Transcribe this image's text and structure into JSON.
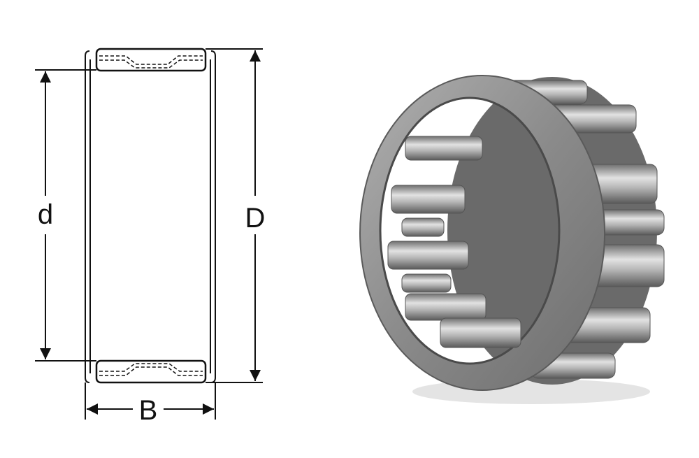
{
  "drawing": {
    "labels": {
      "inner_diameter": "d",
      "outer_diameter": "D",
      "width": "B"
    },
    "line_color": "#111111"
  },
  "photo": {
    "subject": "needle-roller-cage-bearing",
    "metal_color": "#8f8f8f"
  }
}
